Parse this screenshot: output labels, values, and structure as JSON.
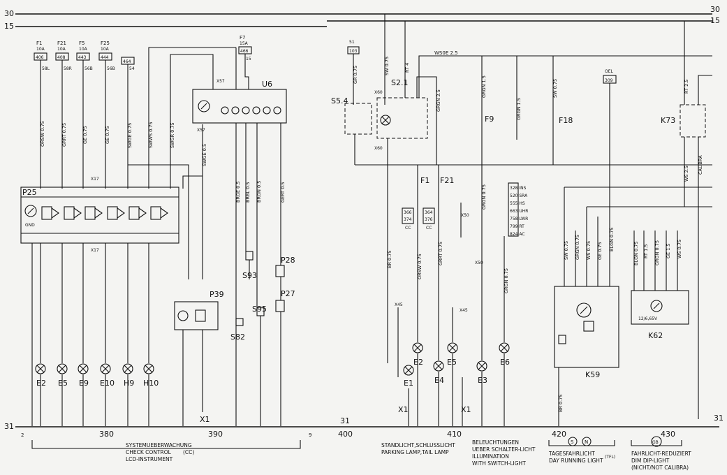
{
  "buses": {
    "b30": "30",
    "b15": "15",
    "b31": "31"
  },
  "fuses_left": [
    {
      "id": "F1",
      "rating": "10A",
      "ref": "406",
      "term": "58L"
    },
    {
      "id": "F21",
      "rating": "10A",
      "ref": "408",
      "term": "58R"
    },
    {
      "id": "F5",
      "rating": "10A",
      "ref": "443",
      "term": "56B"
    },
    {
      "id": "F25",
      "rating": "10A",
      "ref": "444",
      "term": "56B"
    },
    {
      "id": "",
      "rating": "",
      "ref": "464",
      "term": "54"
    }
  ],
  "fuse_f7": {
    "id": "F7",
    "rating": "15A",
    "ref": "466",
    "term": "15"
  },
  "modules": {
    "p25": "P25",
    "gnd": "GND",
    "x17": "X17",
    "x57": "X57",
    "u6": "U6",
    "p39": "P39",
    "x1": "X1",
    "s82": "S82",
    "s93": "S93",
    "s95": "S95",
    "p28": "P28",
    "p27": "P27",
    "s54": "S5.4",
    "s21": "S2.1",
    "x60": "X60",
    "f9": "F9",
    "f18": "F18",
    "f1": "F1",
    "f21": "F21",
    "x50": "X50",
    "x45": "X45",
    "k73": "K73",
    "k59": "K59",
    "k62": "K62",
    "k62_text": "12/6,65V",
    "oel": "OEL",
    "oel_ref": "309",
    "ref51": "51",
    "ref103": "103",
    "ws0e": "WS0E 2.5"
  },
  "lamps_left": [
    "E2",
    "E5",
    "E9",
    "E10",
    "H9",
    "H10"
  ],
  "lamps_mid": [
    "E2",
    "E5",
    "E1",
    "E4",
    "E3",
    "E6"
  ],
  "wire_labels_left": [
    "ORSW 0.75",
    "GRRT 0.75",
    "GE 0.75",
    "GE 0.75",
    "SWGE 0.75",
    "SWWS 0.75",
    "SWGR 0.75"
  ],
  "ref_list": [
    "328 INS",
    "520 SRA",
    "555 HS",
    "663 UHR",
    "758 LWR",
    "799 RT",
    "824 AC"
  ],
  "cc_refs": [
    {
      "a": "366",
      "b": "374",
      "c": "CC"
    },
    {
      "a": "364",
      "b": "376",
      "c": "CC"
    }
  ],
  "bottom_numbers": {
    "sec1_start": "2",
    "sec1_end": "380",
    "sec2_end": "390",
    "sec3_end": "9",
    "sec4_start": "400",
    "sec5_end": "410",
    "sec6_end": "420",
    "sec7_end": "430"
  },
  "captions": {
    "cc_1": "SYSTEMUEBERWACHUNG",
    "cc_2": "CHECK CONTROL",
    "cc_3": "LCD-INSTRUMENT",
    "cc_tag": "(CC)",
    "park_1": "STANDLICHT,SCHLUSSLICHT",
    "park_2": "PARKING LAMP,TAIL LAMP",
    "ill_1": "BELEUCHTUNGEN",
    "ill_2": "UEBER SCHALTER-LICHT",
    "ill_3": "ILLUMINATION",
    "ill_4": "WITH SWITCH-LIGHT",
    "drl_1": "TAGESFAHRLICHT",
    "drl_2": "DAY RUNNING LIGHT",
    "drl_tag": "(TFL)",
    "drl_s": "S",
    "drl_n": "N",
    "dip_1": "FAHRLICHT-REDUZIERT",
    "dip_2": "DIM DIP-LIGHT",
    "dip_3": "(NICHT/NOT CALIBRA)",
    "dip_gb": "GB"
  }
}
